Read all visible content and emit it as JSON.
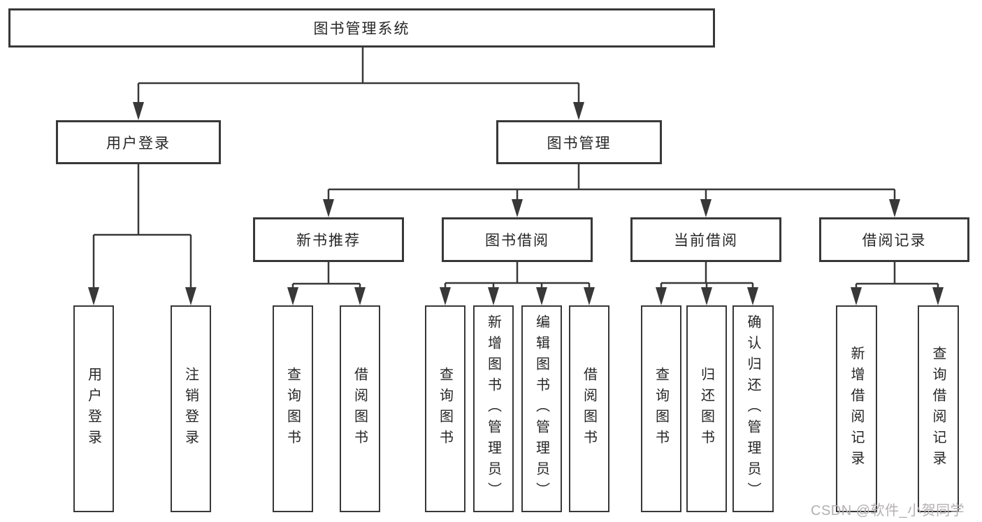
{
  "title": "图书管理系统",
  "colors": {
    "line": "#383838",
    "text": "#262626",
    "background": "#ffffff",
    "watermark": "#b3b0b2"
  },
  "watermark": {
    "text": "CSDN @软件_小贺同学"
  },
  "tree": {
    "root": {
      "label": "图书管理系统"
    },
    "branches": [
      {
        "label": "用户登录",
        "children": [
          {
            "label": "用户登录"
          },
          {
            "label": "注销登录"
          }
        ]
      },
      {
        "label": "图书管理",
        "children": [
          {
            "label": "新书推荐",
            "children": [
              {
                "label": "查询图书"
              },
              {
                "label": "借阅图书"
              }
            ]
          },
          {
            "label": "图书借阅",
            "children": [
              {
                "label": "查询图书"
              },
              {
                "label": "新增图书（管理员）"
              },
              {
                "label": "编辑图书（管理员）"
              },
              {
                "label": "借阅图书"
              }
            ]
          },
          {
            "label": "当前借阅",
            "children": [
              {
                "label": "查询图书"
              },
              {
                "label": "归还图书"
              },
              {
                "label": "确认归还（管理员）"
              }
            ]
          },
          {
            "label": "借阅记录",
            "children": [
              {
                "label": "新增借阅记录"
              },
              {
                "label": "查询借阅记录"
              }
            ]
          }
        ]
      }
    ]
  }
}
